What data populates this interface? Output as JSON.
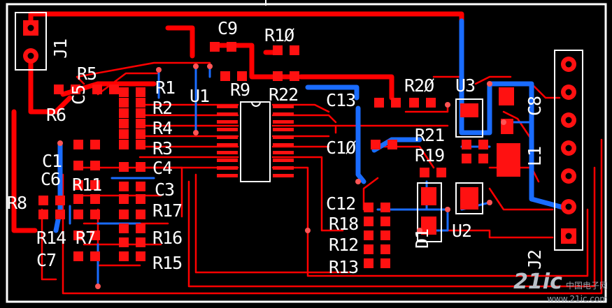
{
  "board": {
    "colors": {
      "background": "#000000",
      "outline": "#ffffff",
      "top_copper": "#ff0000",
      "bottom_copper": "#1a6cff",
      "silkscreen": "#ffffff",
      "drill": "#000000"
    },
    "labels": {
      "j1": "J1",
      "j2": "J2",
      "c9": "C9",
      "r10": "R1Ø",
      "r5": "R5",
      "c5": "C5",
      "r1": "R1",
      "u1": "U1",
      "r9": "R9",
      "r22": "R22",
      "r20": "R2Ø",
      "u3": "U3",
      "c8": "C8",
      "r6": "R6",
      "r2": "R2",
      "c13": "C13",
      "r4": "R4",
      "r21": "R21",
      "r3": "R3",
      "c10": "C1Ø",
      "r19": "R19",
      "l1": "L1",
      "c1": "C1",
      "c4": "C4",
      "c6": "C6",
      "r11": "R11",
      "c3": "C3",
      "r8": "R8",
      "r17": "R17",
      "c12": "C12",
      "r18": "R18",
      "r14": "R14",
      "r7": "R7",
      "r16": "R16",
      "u2": "U2",
      "d1": "D1",
      "r12": "R12",
      "c7": "C7",
      "r15": "R15",
      "r13": "R13"
    },
    "watermark": {
      "brand": "21ic",
      "site": "中国电子网",
      "url": "www.21ic.com"
    }
  }
}
